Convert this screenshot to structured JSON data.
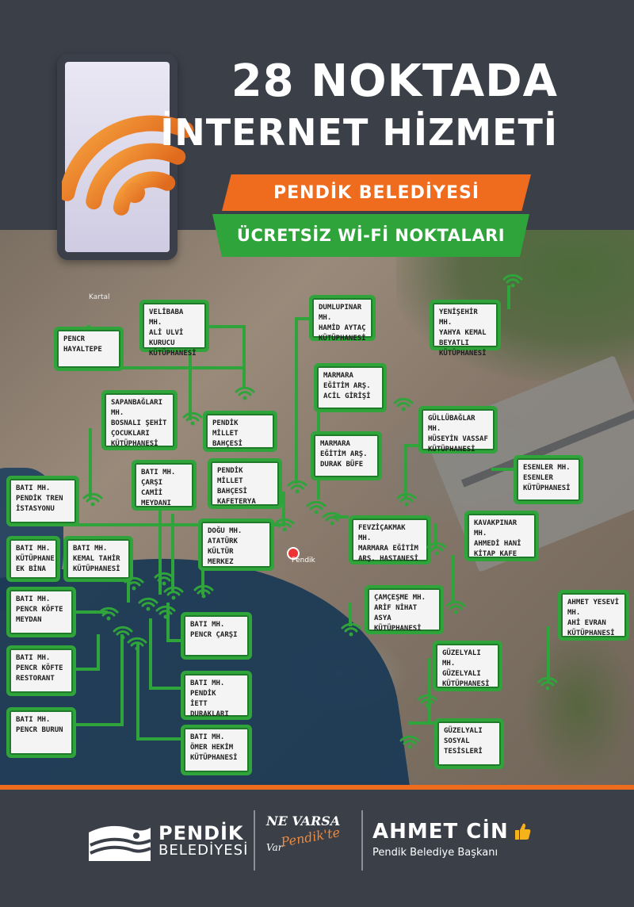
{
  "title": {
    "line1": "28 NOKTADA",
    "line2": "İNTERNET HİZMETİ"
  },
  "ribbons": {
    "orange": "PENDİK BELEDİYESİ",
    "green": "ÜCRETSİZ Wİ-Fİ NOKTALARI"
  },
  "map_labels": {
    "pendik": "Pendik",
    "kartal": "Kartal"
  },
  "locations": [
    "PENCR\nHAYALTEPE",
    "VELİBABA MH.\nALİ ULVİ KURUCU\nKÜTÜPHANESİ",
    "DUMLUPINAR MH.\nHAMİD AYTAÇ\nKÜTÜPHANESİ",
    "YENİŞEHİR MH.\nYAHYA KEMAL\nBEYATLI\nKÜTÜPHANESİ",
    "MARMARA\nEĞİTİM ARŞ.\nACİL GİRİŞİ",
    "SAPANBAĞLARI MH.\nBOSNALI ŞEHİT\nÇOCUKLARI\nKÜTÜPHANESİ",
    "PENDİK MİLLET\nBAHÇESİ",
    "GÜLLÜBAĞLAR MH.\nHÜSEYİN VASSAF\nKÜTÜPHANESİ",
    "MARMARA\nEĞİTİM ARŞ.\nDURAK BÜFE",
    "BATI MH.\nÇARŞI CAMİİ\nMEYDANI",
    "PENDİK MİLLET\nBAHÇESİ\nKAFETERYA",
    "ESENLER MH.\nESENLER\nKÜTÜPHANESİ",
    "BATI MH.\nPENDİK TREN\nİSTASYONU",
    "FEVZİÇAKMAK MH.\nMARMARA EĞİTİM\nARŞ. HASTANESİ",
    "KAVAKPINAR MH.\nAHMEDİ HANİ\nKİTAP KAFE",
    "BATI MH.\nKÜTÜPHANE\nEK BİNA",
    "BATI MH.\nKEMAL TAHİR\nKÜTÜPHANESİ",
    "DOĞU MH.\nATATÜRK KÜLTÜR\nMERKEZ",
    "BATI MH.\nPENCR KÖFTE\nMEYDAN",
    "ÇAMÇEŞME MH.\nARİF NİHAT ASYA\nKÜTÜPHANESİ",
    "AHMET YESEVİ MH.\nAHİ EVRAN\nKÜTÜPHANESİ",
    "BATI MH.\nPENCR ÇARŞI",
    "BATI MH.\nPENCR KÖFTE\nRESTORANT",
    "GÜZELYALI MH.\nGÜZELYALI\nKÜTÜPHANESİ",
    "BATI MH.\nPENDİK\nİETT DURAKLARI",
    "BATI MH.\nPENCR BURUN",
    "BATI MH.\nÖMER HEKİM\nKÜTÜPHANESİ",
    "GÜZELYALI\nSOSYAL TESİSLERİ"
  ],
  "footer": {
    "logo_name": "PENDİK",
    "logo_sub": "BELEDİYESİ",
    "slogan_main": "NE VARSA",
    "slogan_script": "Pendik'te",
    "slogan_var": "Var",
    "mayor_name": "AHMET CİN",
    "mayor_title": "Pendik Belediye Başkanı"
  },
  "colors": {
    "background": "#3a3f48",
    "orange": "#ef6b1d",
    "green": "#2ea43a",
    "wifi": "#e9872f"
  },
  "icons": [
    "wifi-icon",
    "wifi-marker-icon",
    "thumbs-up-icon",
    "pendik-logo-icon"
  ]
}
